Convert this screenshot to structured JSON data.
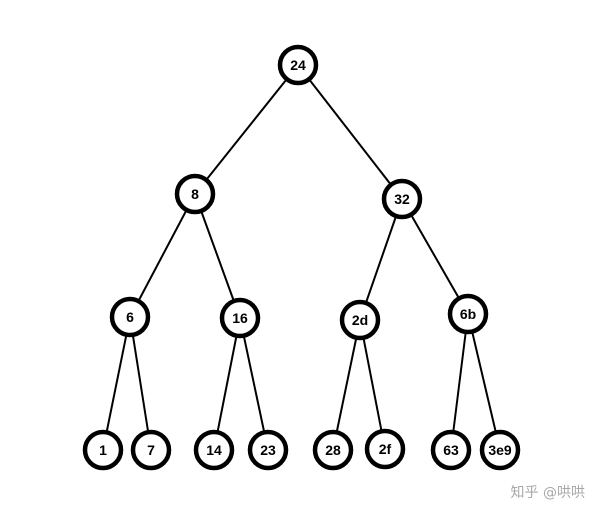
{
  "tree": {
    "nodes": [
      {
        "id": "n24",
        "label": "24"
      },
      {
        "id": "n8",
        "label": "8"
      },
      {
        "id": "n32",
        "label": "32"
      },
      {
        "id": "n6",
        "label": "6"
      },
      {
        "id": "n16",
        "label": "16"
      },
      {
        "id": "n2d",
        "label": "2d"
      },
      {
        "id": "n6b",
        "label": "6b"
      },
      {
        "id": "n1",
        "label": "1"
      },
      {
        "id": "n7",
        "label": "7"
      },
      {
        "id": "n14",
        "label": "14"
      },
      {
        "id": "n23",
        "label": "23"
      },
      {
        "id": "n28",
        "label": "28"
      },
      {
        "id": "n2f",
        "label": "2f"
      },
      {
        "id": "n63",
        "label": "63"
      },
      {
        "id": "n3e9",
        "label": "3e9"
      }
    ],
    "edges": [
      [
        "n24",
        "n8"
      ],
      [
        "n24",
        "n32"
      ],
      [
        "n8",
        "n6"
      ],
      [
        "n8",
        "n16"
      ],
      [
        "n32",
        "n2d"
      ],
      [
        "n32",
        "n6b"
      ],
      [
        "n6",
        "n1"
      ],
      [
        "n6",
        "n7"
      ],
      [
        "n16",
        "n14"
      ],
      [
        "n16",
        "n23"
      ],
      [
        "n2d",
        "n28"
      ],
      [
        "n2d",
        "n2f"
      ],
      [
        "n6b",
        "n63"
      ],
      [
        "n6b",
        "n3e9"
      ]
    ]
  },
  "watermark": {
    "text": "知乎 @哄哄"
  }
}
